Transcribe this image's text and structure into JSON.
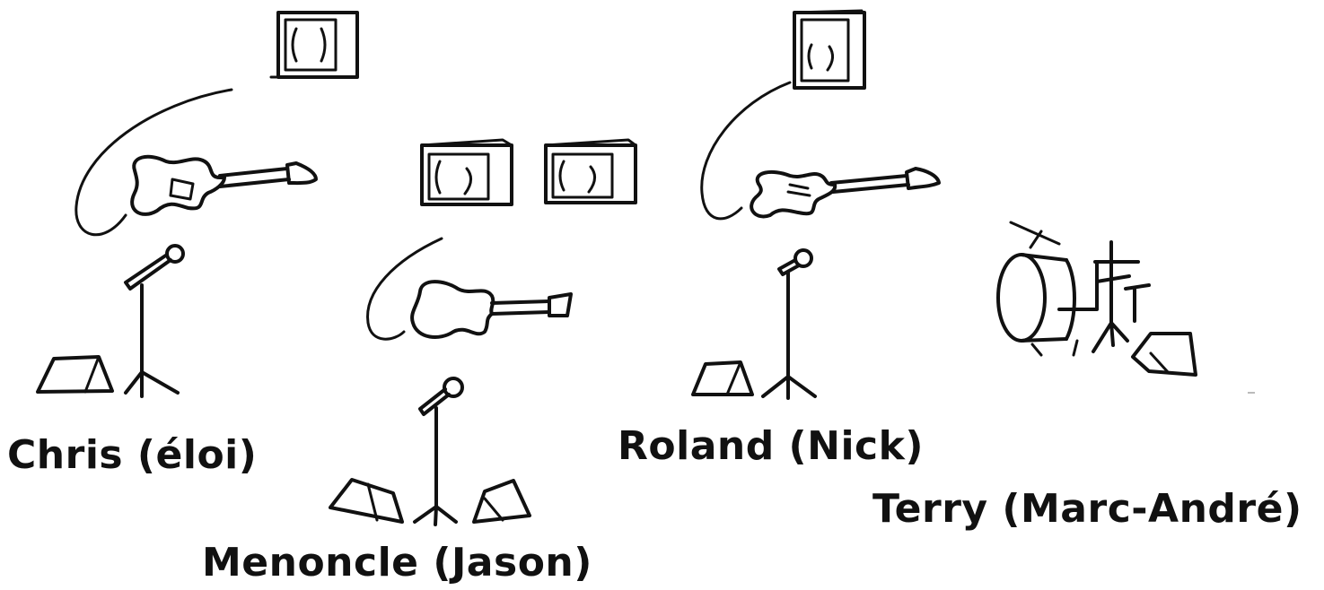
{
  "musicians": [
    {
      "id": "chris",
      "label": "Chris (éloi)",
      "role_icons": [
        "amp-icon",
        "electric-guitar-icon",
        "microphone-stand-icon",
        "monitor-wedge-icon"
      ]
    },
    {
      "id": "menoncle",
      "label": "Menoncle (Jason)",
      "role_icons": [
        "amp-icon",
        "amp-icon",
        "hollow-body-guitar-icon",
        "microphone-stand-icon",
        "monitor-wedge-icon",
        "monitor-wedge-icon"
      ]
    },
    {
      "id": "roland",
      "label": "Roland (Nick)",
      "role_icons": [
        "amp-icon",
        "electric-guitar-icon",
        "microphone-stand-icon",
        "monitor-wedge-icon"
      ]
    },
    {
      "id": "terry",
      "label": "Terry (Marc-André)",
      "role_icons": [
        "drum-kit-icon",
        "monitor-wedge-icon"
      ]
    }
  ]
}
